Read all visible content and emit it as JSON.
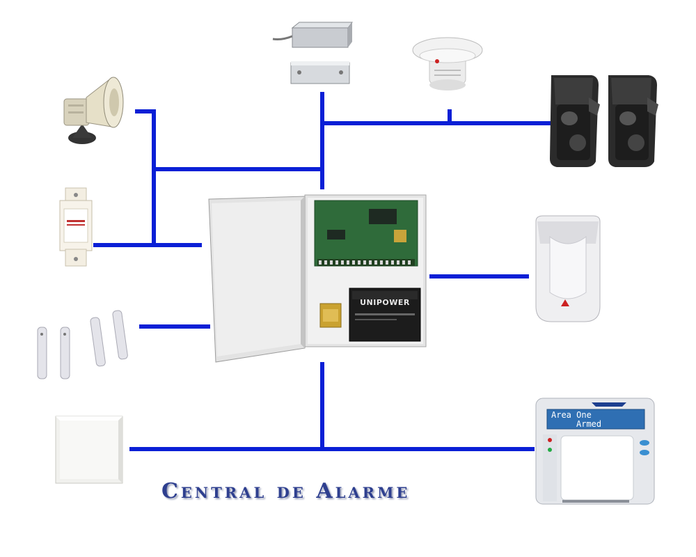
{
  "title": "Central de Alarme",
  "keypad": {
    "line1": "Area One",
    "line2": "Armed"
  },
  "battery": {
    "label": "UNIPOWER"
  },
  "colors": {
    "wire": "#0a1fd6",
    "title": "#2e3f8f",
    "lcd": "#2f6fb3"
  }
}
